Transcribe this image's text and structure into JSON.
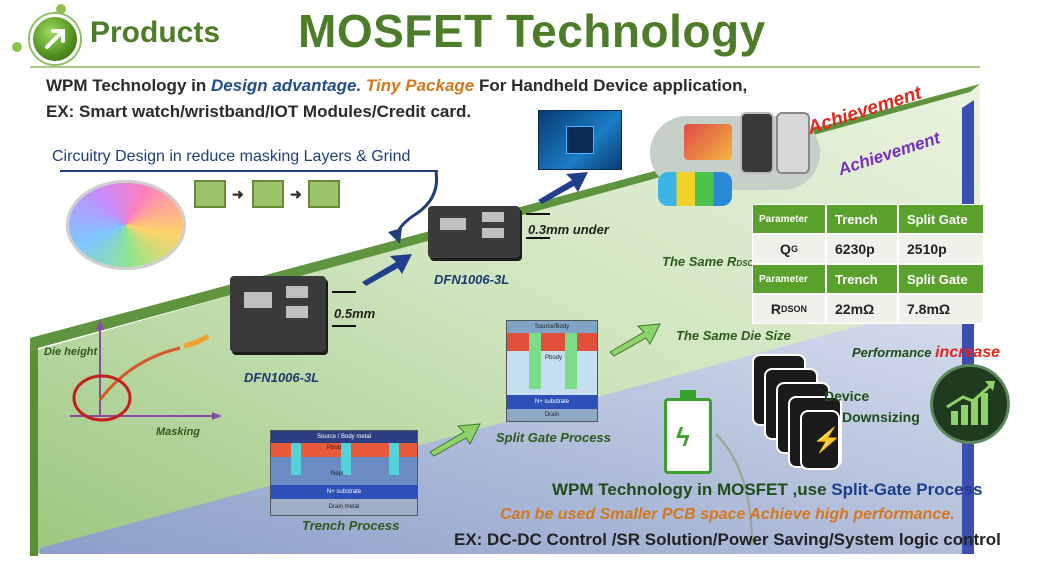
{
  "header": {
    "section": "Products",
    "title": "MOSFET Technology"
  },
  "intro": {
    "line1_prefix": "WPM Technology in ",
    "line1_design": "Design advantage.",
    "line1_tiny": "Tiny Package",
    "line1_suffix": " For Handheld Device application,",
    "line2": "EX: Smart watch/wristband/IOT Modules/Credit card."
  },
  "circuitry": "Circuitry Design in reduce masking Layers & Grind",
  "achievements": {
    "upper": "Achievement",
    "lower": "Achievement"
  },
  "graph": {
    "ylabel": "Die height",
    "xlabel": "Masking"
  },
  "packages": {
    "large_label": "DFN1006-3L",
    "large_dim": "0.5mm",
    "small_label": "DFN1006-3L",
    "small_dim": "0.3mm under"
  },
  "process": {
    "trench_label": "Trench  Process",
    "split_label": "Split Gate Process",
    "same_die": "The Same Die Size",
    "same_rdson": "The Same R",
    "same_rdson_sub": "DSON",
    "trench_img": {
      "top": "Source / Body metal",
      "pbody": "Pbody",
      "nepi": "Nepi",
      "sub": "N+ substrate",
      "drain": "Drain metal"
    },
    "split_img": {
      "top": "Source/Body",
      "pbody": "Pbody",
      "sub": "N+ substrate",
      "drain": "Drain"
    }
  },
  "table": {
    "rows": [
      {
        "param": "Parameter",
        "c1": "Trench",
        "c2": "Split Gate",
        "header": true
      },
      {
        "param": "Q",
        "param_sub": "G",
        "c1": "6230p",
        "c2": "2510p",
        "header": false
      },
      {
        "param": "Parameter",
        "c1": "Trench",
        "c2": "Split Gate",
        "header": true
      },
      {
        "param": "R",
        "param_sub": "DSON",
        "c1": "22mΩ",
        "c2": "7.8mΩ",
        "header": false
      }
    ]
  },
  "performance": {
    "prefix": "Performance ",
    "emph": "increase"
  },
  "device": {
    "line1": "Device",
    "line2": "Downsizing"
  },
  "bottom": {
    "line1_prefix": "WPM Technology in MOSFET ,use ",
    "line1_emph": "Split-Gate Process",
    "line2": "Can be used Smaller PCB space Achieve high performance.",
    "line3": "EX: DC-DC Control /SR Solution/Power Saving/System logic control"
  },
  "icons": [
    "logo-arrow-icon",
    "pcb-chip-icon",
    "phone-icon",
    "credit-card-icon",
    "wristband-icon",
    "battery-charge-icon",
    "device-charge-icon",
    "growth-chart-icon"
  ],
  "colors": {
    "brand_green": "#4e7d2a",
    "band_green": "#bcd9a4",
    "band_blue": "#a8b6d8",
    "table_header": "#5aa12c",
    "achievement_red": "#e0281f",
    "achievement_purple": "#7a2ec2",
    "orange": "#d6781c"
  }
}
